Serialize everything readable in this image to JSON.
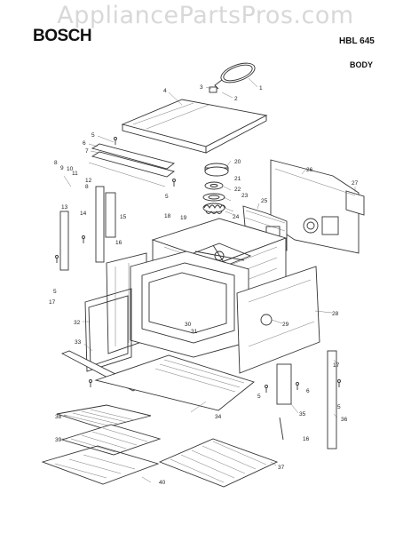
{
  "watermark": "AppliancePartsPros.com",
  "brand": "BOSCH",
  "model": "HBL 645",
  "section": "BODY",
  "labels": {
    "l1": "1",
    "l2": "2",
    "l3": "3",
    "l4": "4",
    "l5a": "5",
    "l6": "6",
    "l7": "7",
    "l8": "8",
    "l9": "9",
    "l10": "10",
    "l11": "11",
    "l12": "12",
    "l13": "13",
    "l14": "14",
    "l15": "15",
    "l16a": "16",
    "l5b": "5",
    "l17a": "17",
    "l18": "18",
    "l19": "19",
    "l20": "20",
    "l21": "21",
    "l22": "22",
    "l23": "23",
    "l24": "24",
    "l25": "25",
    "l26": "26",
    "l27": "27",
    "l28": "28",
    "l29": "29",
    "l30": "30",
    "l31": "31",
    "l32": "32",
    "l33": "33",
    "l34": "34",
    "l35": "35",
    "l16b": "16",
    "l17b": "17",
    "l36": "36",
    "l37": "37",
    "l38": "38",
    "l39": "39",
    "l40": "40",
    "l5c": "5",
    "l6b": "6",
    "l5d": "5",
    "l5e": "5",
    "l8b": "8"
  }
}
